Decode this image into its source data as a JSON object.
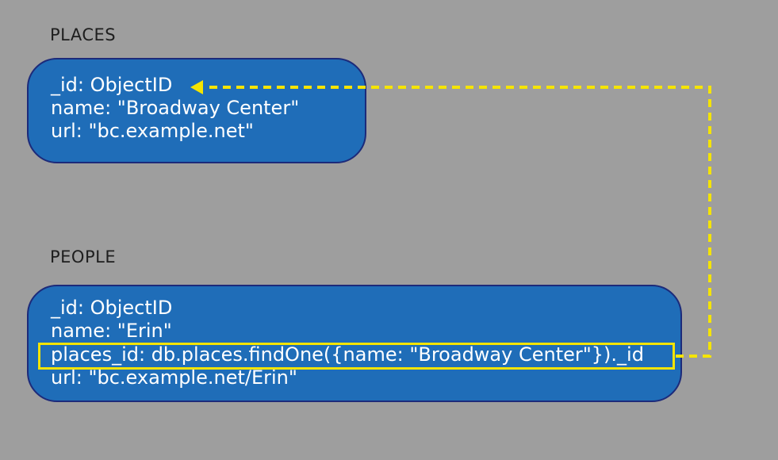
{
  "places": {
    "heading": "PLACES",
    "fields": [
      "_id: ObjectID",
      "name: \"Broadway Center\"",
      "url: \"bc.example.net\""
    ]
  },
  "people": {
    "heading": "PEOPLE",
    "fields": [
      "_id: ObjectID",
      "name: \"Erin\"",
      "places_id: db.places.findOne({name: \"Broadway Center\"})._id",
      "url:  \"bc.example.net/Erin\""
    ]
  },
  "colors": {
    "background": "#9e9e9e",
    "box_fill": "#1f6db8",
    "box_border": "#1c2a7a",
    "highlight": "#f5e400",
    "text": "#ffffff"
  }
}
